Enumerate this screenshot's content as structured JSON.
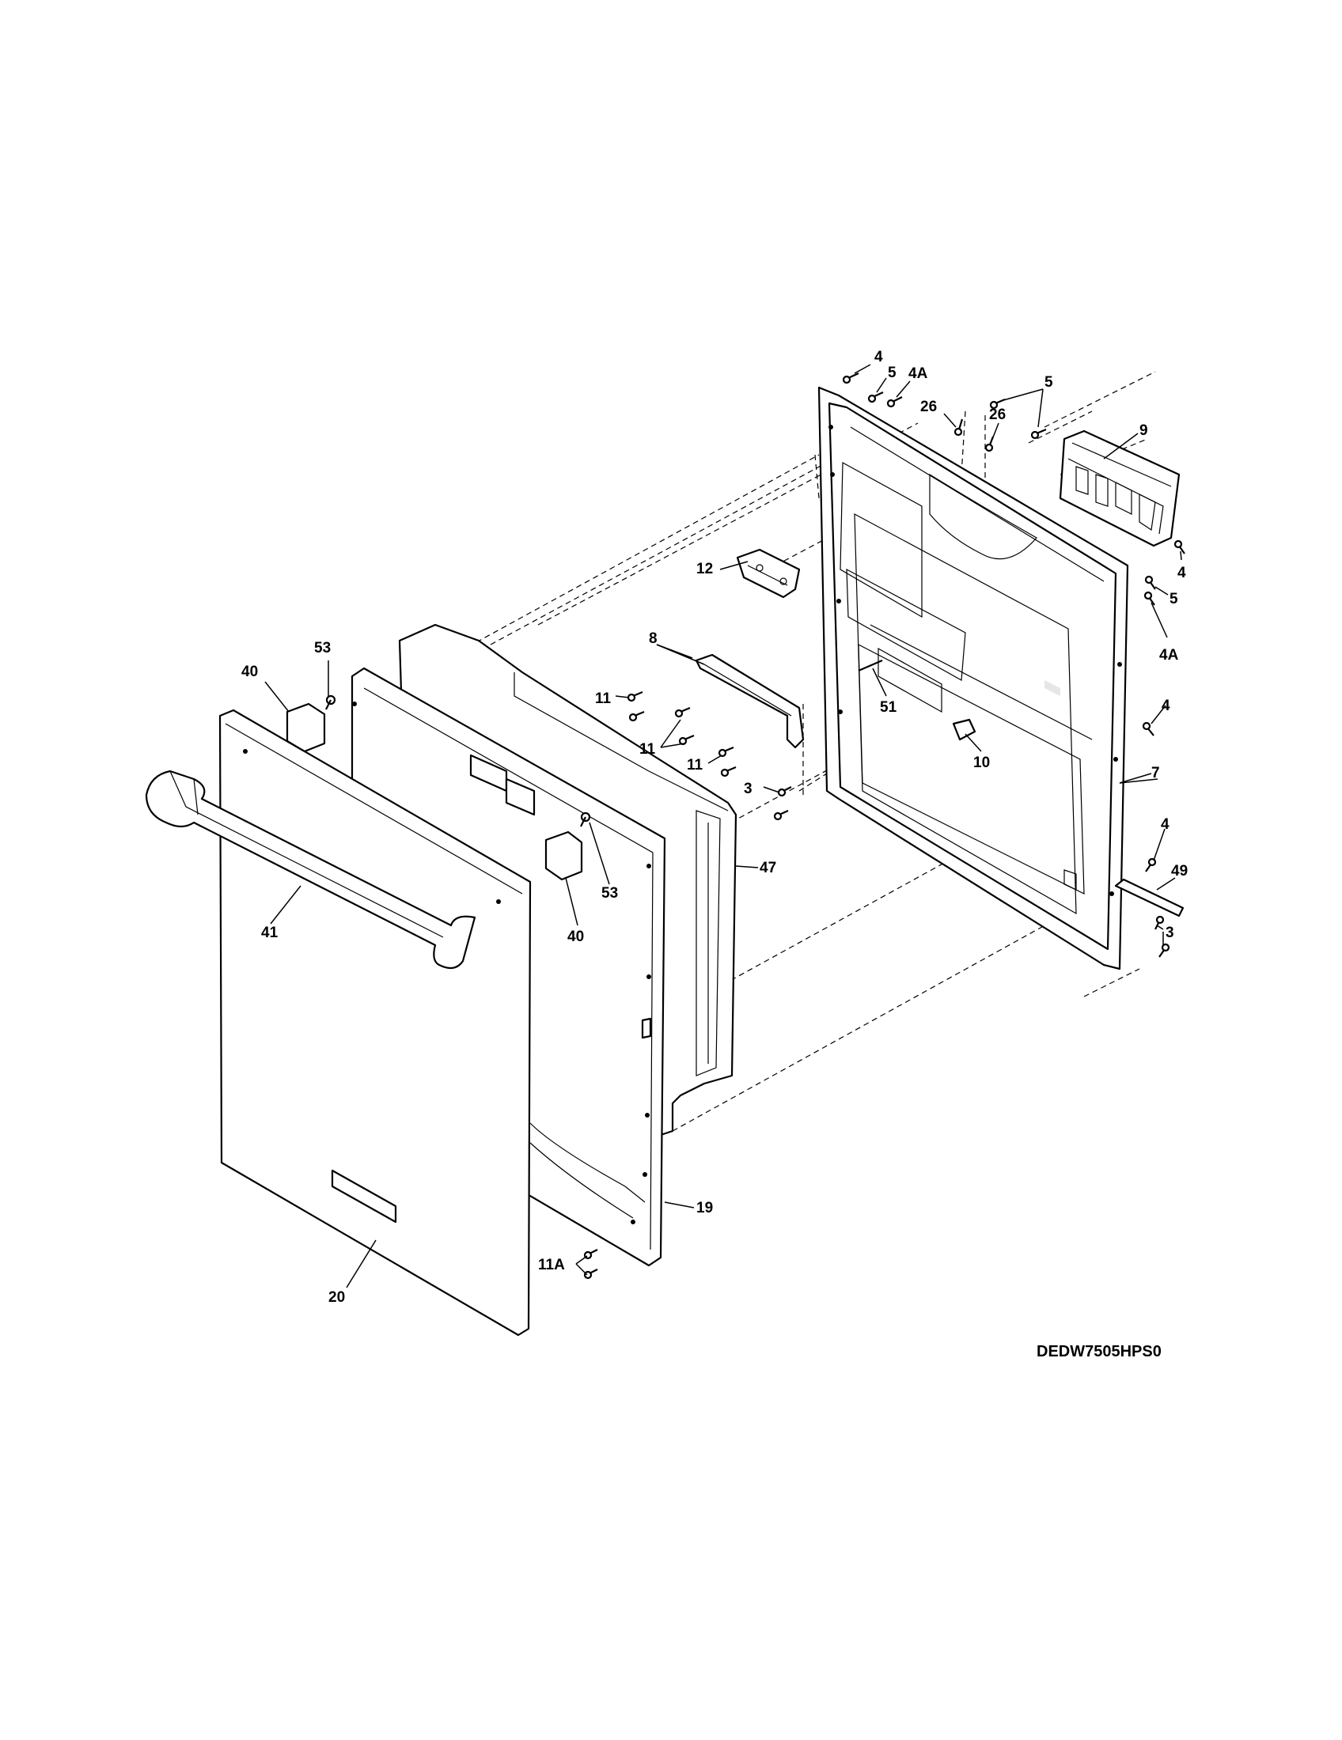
{
  "diagram": {
    "model_code": "DEDW7505HPS0",
    "part_labels": {
      "p4_top": "4",
      "p5_top": "5",
      "p4a_top": "4A",
      "p26_a": "26",
      "p26_b": "26",
      "p5_right_top": "5",
      "p9": "9",
      "p4_r1": "4",
      "p5_r1": "5",
      "p4a_r1": "4A",
      "p12": "12",
      "p8": "8",
      "p11_a": "11",
      "p11_b": "11",
      "p11_c": "11",
      "p3_mid": "3",
      "p51": "51",
      "p10": "10",
      "p4_r2": "4",
      "p7": "7",
      "p4_r3": "4",
      "p49": "49",
      "p3_r": "3",
      "p53_a": "53",
      "p40_a": "40",
      "p53_b": "53",
      "p40_b": "40",
      "p47": "47",
      "p41": "41",
      "p19": "19",
      "p11a": "11A",
      "p20": "20"
    }
  }
}
